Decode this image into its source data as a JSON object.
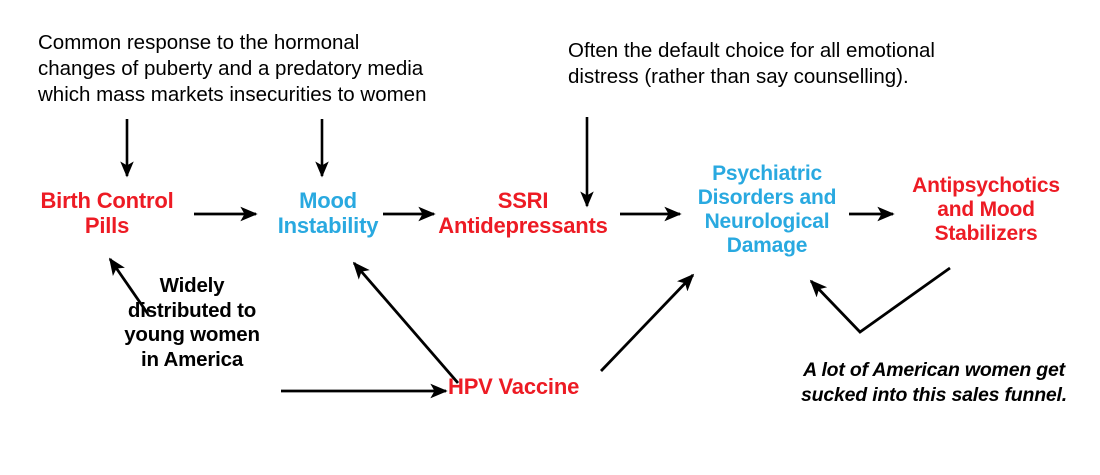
{
  "colors": {
    "red": "#ED1B24",
    "blue": "#29A9E0",
    "black": "#000000",
    "background": "#FFFFFF"
  },
  "diagram": {
    "type": "flowchart",
    "title": "",
    "nodes": [
      {
        "id": "birth-control-pills",
        "label": "Birth Control Pills",
        "color": "#ED1B24"
      },
      {
        "id": "mood-instability",
        "label": "Mood Instability",
        "color": "#29A9E0"
      },
      {
        "id": "ssri-antidepressants",
        "label": "SSRI Antidepressants",
        "color": "#ED1B24"
      },
      {
        "id": "psychiatric-disorders",
        "label": "Psychiatric Disorders and Neurological Damage",
        "color": "#29A9E0"
      },
      {
        "id": "antipsychotics",
        "label": "Antipsychotics and Mood Stabilizers",
        "color": "#ED1B24"
      },
      {
        "id": "hpv-vaccine",
        "label": "HPV Vaccine",
        "color": "#ED1B24"
      }
    ],
    "annotations": [
      {
        "id": "note-birth-control",
        "text": "Common response to the hormonal changes of puberty and a predatory media which mass markets insecurities to women",
        "style": "regular",
        "color": "#000000"
      },
      {
        "id": "note-ssri",
        "text": "Often the default choice for all emotional distress (rather than say counselling).",
        "style": "regular",
        "color": "#000000"
      },
      {
        "id": "note-widely-distributed",
        "text": "Widely distributed to young women in America",
        "style": "bold",
        "color": "#000000"
      },
      {
        "id": "note-sales-funnel",
        "text": "A lot of American women get sucked into this sales funnel.",
        "style": "bold-italic",
        "color": "#000000"
      }
    ],
    "edges": [
      {
        "from": "note-birth-control",
        "to": "birth-control-pills",
        "direction": "down"
      },
      {
        "from": "note-birth-control",
        "to": "mood-instability",
        "direction": "down"
      },
      {
        "from": "note-ssri",
        "to": "ssri-antidepressants",
        "direction": "down"
      },
      {
        "from": "birth-control-pills",
        "to": "mood-instability",
        "direction": "right"
      },
      {
        "from": "mood-instability",
        "to": "ssri-antidepressants",
        "direction": "right"
      },
      {
        "from": "ssri-antidepressants",
        "to": "psychiatric-disorders",
        "direction": "right"
      },
      {
        "from": "psychiatric-disorders",
        "to": "antipsychotics",
        "direction": "right"
      },
      {
        "from": "note-widely-distributed",
        "to": "birth-control-pills",
        "direction": "up-left"
      },
      {
        "from": "note-widely-distributed",
        "to": "hpv-vaccine",
        "direction": "right"
      },
      {
        "from": "hpv-vaccine",
        "to": "mood-instability",
        "direction": "up-left"
      },
      {
        "from": "hpv-vaccine",
        "to": "psychiatric-disorders",
        "direction": "up-right"
      },
      {
        "from": "antipsychotics",
        "to": "psychiatric-disorders",
        "direction": "loop-back"
      }
    ]
  },
  "nodes": {
    "bcp": {
      "line1": "Birth Control",
      "line2": "Pills"
    },
    "mood": {
      "line1": "Mood",
      "line2": "Instability"
    },
    "ssri": {
      "line1": "SSRI",
      "line2": "Antidepressants"
    },
    "psych": {
      "line1": "Psychiatric",
      "line2": "Disorders and",
      "line3": "Neurological",
      "line4": "Damage"
    },
    "anti": {
      "line1": "Antipsychotics",
      "line2": "and Mood",
      "line3": "Stabilizers"
    },
    "hpv": {
      "line1": "HPV Vaccine"
    }
  },
  "notes": {
    "bcp": {
      "line1": "Common response to the hormonal",
      "line2": "changes of puberty and a predatory media",
      "line3": "which mass markets insecurities to women"
    },
    "ssri": {
      "line1": "Often the default choice for all emotional",
      "line2": "distress (rather than say counselling)."
    },
    "widely": {
      "line1": "Widely",
      "line2": "distributed to",
      "line3": "young women",
      "line4": "in America"
    },
    "funnel": {
      "line1": "A lot of American women get",
      "line2": "sucked into this sales funnel."
    }
  }
}
